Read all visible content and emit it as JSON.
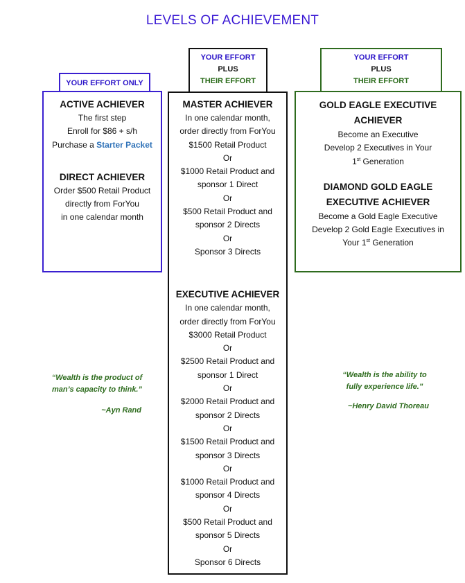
{
  "title": "LEVELS OF ACHIEVEMENT",
  "tabs": {
    "left": {
      "line1": "YOUR EFFORT ONLY"
    },
    "middle": {
      "line1": "YOUR EFFORT",
      "line2": "PLUS",
      "line3": "THEIR EFFORT"
    },
    "right": {
      "line1": "YOUR EFFORT",
      "line2": "PLUS",
      "line3": "THEIR EFFORT"
    }
  },
  "colors": {
    "blue": "#2d16c9",
    "green": "#2a6b1a",
    "link": "#2f72b8"
  },
  "left_card": {
    "active_title": "ACTIVE ACHIEVER",
    "active_l1": "The first step",
    "active_l2": "Enroll for $86 + s/h",
    "active_l3_pre": "Purchase a ",
    "active_l3_link": "Starter Packet",
    "direct_title": "DIRECT ACHIEVER",
    "direct_l1": "Order $500 Retail Product",
    "direct_l2": "directly from ForYou",
    "direct_l3": "in one calendar month"
  },
  "middle_card": {
    "master_title": "MASTER ACHIEVER",
    "master_lines": [
      "In one calendar month,",
      "order directly from ForYou",
      "$1500 Retail Product",
      "Or",
      "$1000 Retail Product and",
      "sponsor 1 Direct",
      "Or",
      "$500 Retail Product and",
      "sponsor 2 Directs",
      "Or",
      "Sponsor 3 Directs"
    ],
    "exec_title": "EXECUTIVE ACHIEVER",
    "exec_lines": [
      "In one calendar month,",
      "order directly from ForYou",
      "$3000 Retail Product",
      "Or",
      "$2500 Retail Product and",
      "sponsor 1 Direct",
      "Or",
      "$2000 Retail Product and",
      "sponsor 2 Directs",
      "Or",
      "$1500 Retail Product and",
      "sponsor 3 Directs",
      "Or",
      "$1000 Retail Product and",
      "sponsor 4 Directs",
      "Or",
      "$500 Retail Product and",
      "sponsor 5 Directs",
      "Or",
      "Sponsor 6 Directs"
    ]
  },
  "right_card": {
    "gold_title_1": "GOLD EAGLE EXECUTIVE",
    "gold_title_2": "ACHIEVER",
    "gold_l1": "Become an Executive",
    "gold_l2": "Develop 2 Executives in Your",
    "gold_l3_num": "1",
    "gold_l3_sup": "st",
    "gold_l3_rest": " Generation",
    "diamond_title_1": "DIAMOND GOLD EAGLE",
    "diamond_title_2": "EXECUTIVE ACHIEVER",
    "diamond_l1": "Become a Gold Eagle Executive",
    "diamond_l2": "Develop 2 Gold Eagle Executives in",
    "diamond_l3_pre": "Your 1",
    "diamond_l3_sup": "st",
    "diamond_l3_rest": " Generation"
  },
  "quote_left": {
    "line1": "“Wealth is the product of",
    "line2": "man’s capacity to think.”",
    "author": "~Ayn Rand"
  },
  "quote_right": {
    "line1": "“Wealth is the ability to",
    "line2": "fully experience life.”",
    "author": "~Henry David Thoreau"
  }
}
